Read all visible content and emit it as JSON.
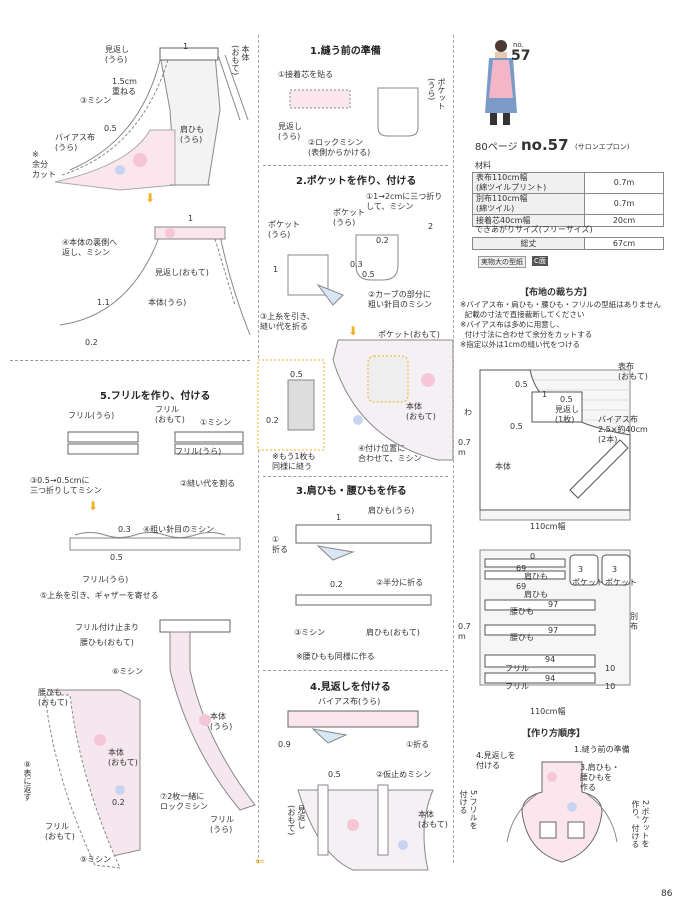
{
  "left": {
    "top_labels": {
      "mikaeshi_ura": "見返し\n(うら)",
      "num_1": "1",
      "hontai_omote": "本体\n(おもて)",
      "overlap": "1.5cm\n重ねる",
      "mishin_3": "③ミシン",
      "n05": "0.5",
      "bias": "バイアス布\n(うら)",
      "kata_himo": "肩ひも\n(うら)",
      "note": "※\n余分\nカット"
    },
    "step4_labels": {
      "num_1": "1",
      "reverse": "④本体の裏側へ\n返し、ミシン",
      "mikaeshi_omote": "見返し(おもて)",
      "hontai_ura": "本体(うら)",
      "n11": "1.1",
      "n02": "0.2"
    },
    "step5": {
      "title": "5.フリルを作り、付ける",
      "frill_ura": "フリル(うら)",
      "frill_omote": "フリル\n(おもて)",
      "mishin1": "①ミシン",
      "frill_ura2": "フリル(うら)",
      "fold3": "③0.5→0.5cmに\n三つ折りしてミシン",
      "split": "②縫い代を割る",
      "n03": "0.3",
      "coarse": "④粗い針目のミシン",
      "n05": "0.5",
      "frill_ura3": "フリル(うら)",
      "gather": "⑤上糸を引き、ギャザーを寄せる",
      "stop": "フリル付け止まり",
      "koshi_himo": "腰ひも(おもて)",
      "mishin6": "⑥ミシン",
      "koshi_himo2": "腰ひも\n(おもて)",
      "hontai_omote": "本体\n(おもて)",
      "hontai_ura": "本体\n(うら)",
      "n02": "0.2",
      "fold8": "⑧表に返す",
      "lock7": "⑦2枚一緒に\nロックミシン",
      "frill_ura4": "フリル\n(うら)",
      "mishin9": "⑨ミシン",
      "frill_omote2": "フリル\n(おもて)"
    }
  },
  "middle": {
    "step1": {
      "title": "1.縫う前の準備",
      "interfacing": "①接着芯を貼る",
      "pocket_ura": "ポケット\n(うら)",
      "mikaeshi_ura": "見返し\n(うら)",
      "lock": "②ロックミシン\n(表側からかける)"
    },
    "step2": {
      "title": "2.ポケットを作り、付ける",
      "fold": "①1→2cmに三つ折り\nして、ミシン",
      "pocket_ura": "ポケット\n(うら)",
      "pocket_ura2": "ポケット\n(うら)",
      "n02": "0.2",
      "n2": "2",
      "n1": "1",
      "n03": "0.3",
      "n05": "0.5",
      "curve": "②カーブの部分に\n粗い針目のミシン",
      "pull": "③上糸を引き、\n縫い代を折る",
      "pocket_omote": "ポケット(おもて)",
      "hontai_omote": "本体\n(おもて)",
      "n05b": "0.5",
      "n02b": "0.2",
      "also": "※もう1枚も\n同様に縫う",
      "attach": "④付け位置に\n合わせて、ミシン"
    },
    "step3": {
      "title": "3.肩ひも・腰ひもを作る",
      "kata_ura": "肩ひも(うら)",
      "n1": "1",
      "fold_lbl": "①\n折る",
      "n02": "0.2",
      "half": "②半分に折る",
      "mishin3": "③ミシン",
      "kata_omote": "肩ひも(おもて)",
      "same": "※腰ひもも同様に作る"
    },
    "step4": {
      "title": "4.見返しを付ける",
      "bias_ura": "バイアス布(うら)",
      "n09": "0.9",
      "fold1": "①折る",
      "n05": "0.5",
      "tack": "②仮止めミシン",
      "mikaeshi_omote": "見返し\n(おもて)",
      "hontai_omote": "本体\n(おもて)"
    }
  },
  "right": {
    "no_label": "no.",
    "no_value": "57",
    "page_ref": "80ページ",
    "title_no": "no.57",
    "title_name": "(サロンエプロン)",
    "materials_label": "材料",
    "materials": [
      {
        "k": "表布110cm幅\n(綿ツイルプリント)",
        "v": "0.7m"
      },
      {
        "k": "別布110cm幅\n(綿ツイル)",
        "v": "0.7m"
      },
      {
        "k": "接着芯40cm幅",
        "v": "20cm"
      }
    ],
    "size_label": "できあがりサイズ(フリーサイズ)",
    "size_key": "総丈",
    "size_val": "67cm",
    "pattern_label": "実物大の型紙",
    "pattern_side": "C面",
    "cut_title": "【布地の裁ち方】",
    "cut_notes": "※バイアス布・肩ひも・腰ひも・フリルの型紙はありません\n  記載の寸法で直接裁断してください\n※バイアス布は多めに用意し、\n  付け寸法に合わせて余分をカットする\n※指定以外は1cmの縫い代をつける",
    "layout1": {
      "omote_fu": "表布\n(おもて)",
      "wa": "わ",
      "n07": "0.7\nm",
      "n05a": "0.5",
      "n05b": "0.5",
      "n05c": "0.5",
      "n1": "1",
      "mikaeshi": "見返し\n(1枚)",
      "hontai": "本体",
      "bias": "バイアス布\n2.5×約40cm\n(2本)",
      "width": "110cm幅"
    },
    "layout2": {
      "n0": "0",
      "n69a": "69",
      "kata_himo1": "肩ひも",
      "n69b": "69",
      "kata_himo2": "肩ひも",
      "n3a": "3",
      "n3b": "3",
      "pocket1": "ポケット",
      "pocket2": "ポケット",
      "koshi1": "腰ひも",
      "n97a": "97",
      "koshi2": "腰ひも",
      "n97b": "97",
      "betsu": "別\n布",
      "n07": "0.7\nm",
      "frill1": "フリル",
      "n94a": "94",
      "n10a": "10",
      "frill2": "フリル",
      "n94b": "94",
      "n10b": "10",
      "width": "110cm幅"
    },
    "order": {
      "title": "【作り方順序】",
      "o1": "1.縫う前の準備",
      "o4": "4.見返しを\n付ける",
      "o3": "3.肩ひも・\n腰ひもを\n作る",
      "o5": "5.フリルを\n付ける",
      "o2": "2.ポケットを\n作り、付ける"
    },
    "page_number": "86"
  }
}
